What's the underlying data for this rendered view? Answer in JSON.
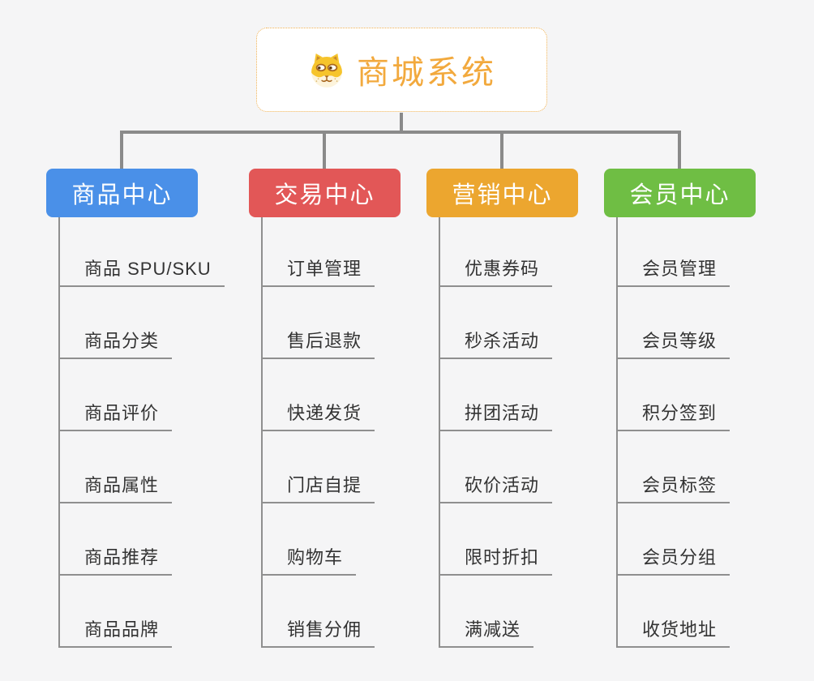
{
  "root": {
    "title": "商城系统",
    "icon": "dog-face-icon",
    "accent_color": "#f2a93d"
  },
  "connector_color": "#8a8a8a",
  "branches": [
    {
      "label": "商品中心",
      "color": "#4a90e8",
      "items": [
        "商品 SPU/SKU",
        "商品分类",
        "商品评价",
        "商品属性",
        "商品推荐",
        "商品品牌"
      ]
    },
    {
      "label": "交易中心",
      "color": "#e25757",
      "items": [
        "订单管理",
        "售后退款",
        "快递发货",
        "门店自提",
        "购物车",
        "销售分佣"
      ]
    },
    {
      "label": "营销中心",
      "color": "#eca62f",
      "items": [
        "优惠券码",
        "秒杀活动",
        "拼团活动",
        "砍价活动",
        "限时折扣",
        "满减送"
      ]
    },
    {
      "label": "会员中心",
      "color": "#6fbe44",
      "items": [
        "会员管理",
        "会员等级",
        "积分签到",
        "会员标签",
        "会员分组",
        "收货地址"
      ]
    }
  ]
}
